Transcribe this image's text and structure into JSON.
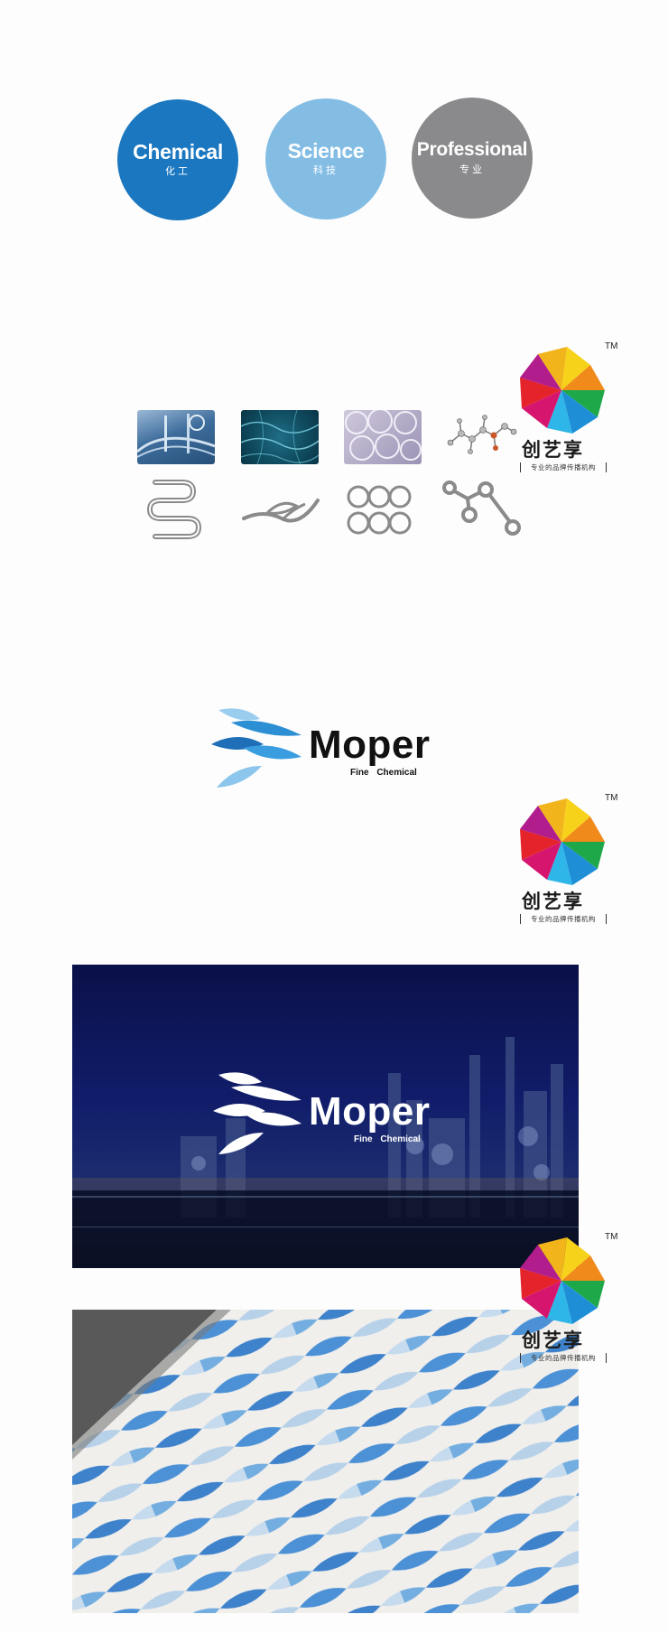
{
  "keywords": [
    {
      "title": "Chemical",
      "subtitle": "化工",
      "color": "#1a77c0"
    },
    {
      "title": "Science",
      "subtitle": "科技",
      "color": "#7ab8e0"
    },
    {
      "title": "Professional",
      "subtitle": "专业",
      "color": "#8a8a8c"
    }
  ],
  "watermark": {
    "trademark": "TM",
    "name": "创艺享",
    "tagline": "专业的品牌传播机构"
  },
  "logo": {
    "wordmark": "Moper",
    "subline": "Fine Chemical"
  },
  "icons": [
    "pipes-photo",
    "water-photo",
    "bubbles-photo",
    "molecule-photo",
    "pipe-line-icon",
    "wave-shape-icon",
    "bubbles-outline-icon",
    "molecule-outline-icon"
  ],
  "colors": {
    "brand_blue": "#1a77c0",
    "light_blue": "#7ab8e0",
    "gray": "#8a8a8c",
    "night_bg": "#0c1550"
  }
}
